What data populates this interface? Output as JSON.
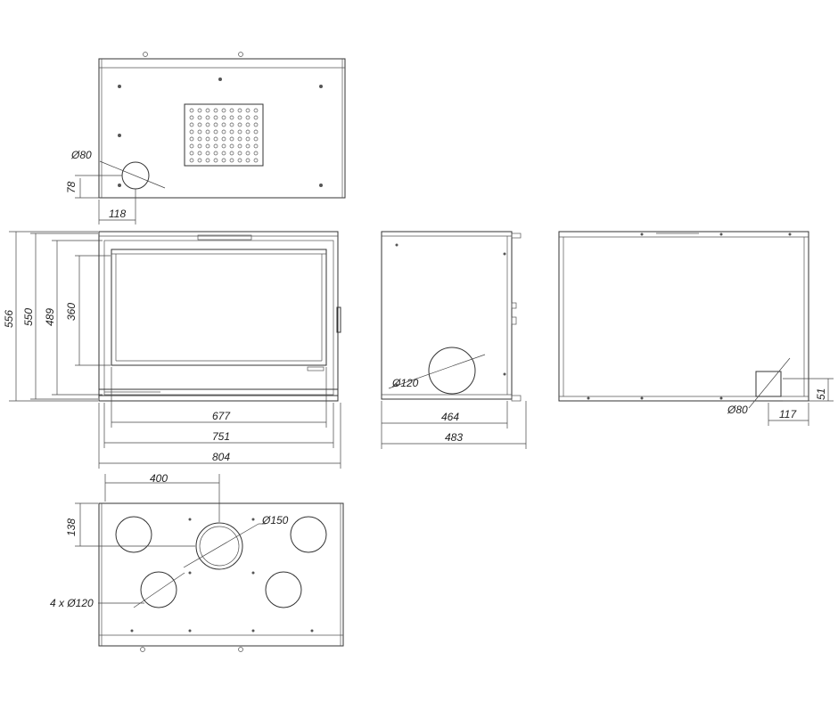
{
  "dimensions": {
    "top_view_flue_diameter": "Ø80",
    "top_view_flue_offset_y": "78",
    "top_view_flue_offset_x": "118",
    "front_height_total": "556",
    "front_height_body": "550",
    "front_height_frame": "489",
    "front_height_glass": "360",
    "front_width_glass": "677",
    "front_width_frame": "751",
    "front_width_total": "804",
    "side_duct_diameter": "Ø120",
    "side_width_body": "464",
    "side_width_total": "483",
    "back_inlet_diameter": "Ø80",
    "back_inlet_offset_y": "51",
    "back_inlet_offset_x": "117",
    "bottom_offset_x": "400",
    "bottom_offset_y": "138",
    "bottom_center_diameter": "Ø150",
    "bottom_outlets": "4 x Ø120"
  },
  "colors": {
    "line": "#333333",
    "background": "#ffffff"
  }
}
